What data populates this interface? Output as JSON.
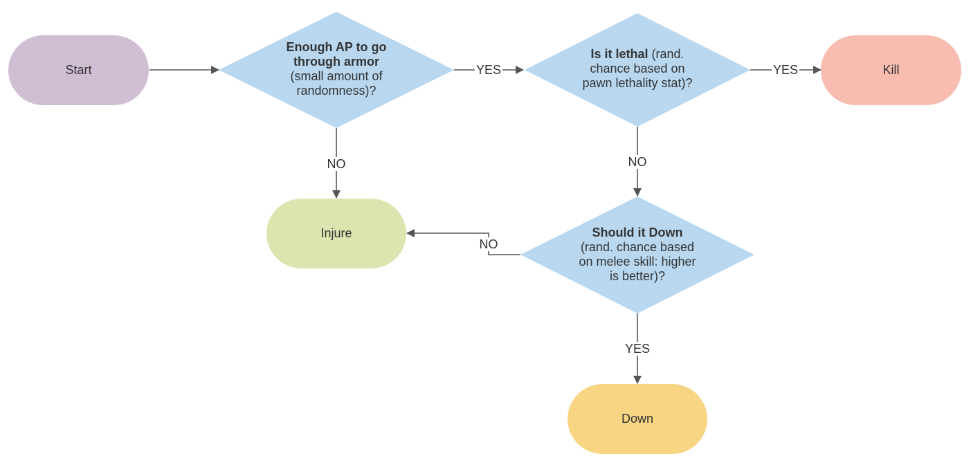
{
  "colors": {
    "start": "#d0bed4",
    "decision": "#b9d8f0",
    "injure": "#dce5b0",
    "kill": "#f8bcb0",
    "down": "#f7d583",
    "edge": "#555555"
  },
  "nodes": {
    "start": {
      "label": "Start"
    },
    "armor_check": {
      "label_bold": "Enough AP to go through armor",
      "label_rest": "(small amount of randomness)?"
    },
    "lethal_check": {
      "label_bold": "Is it lethal",
      "label_rest": "(rand. chance based on pawn lethality stat)?"
    },
    "kill": {
      "label": "Kill"
    },
    "injure": {
      "label": "Injure"
    },
    "down_check": {
      "label_bold": "Should it Down",
      "label_rest": "(rand. chance based on melee skill: higher is better)?"
    },
    "down": {
      "label": "Down"
    }
  },
  "edges": {
    "armor_yes": "YES",
    "armor_no": "NO",
    "lethal_yes": "YES",
    "lethal_no": "NO",
    "down_no": "NO",
    "down_yes": "YES"
  }
}
